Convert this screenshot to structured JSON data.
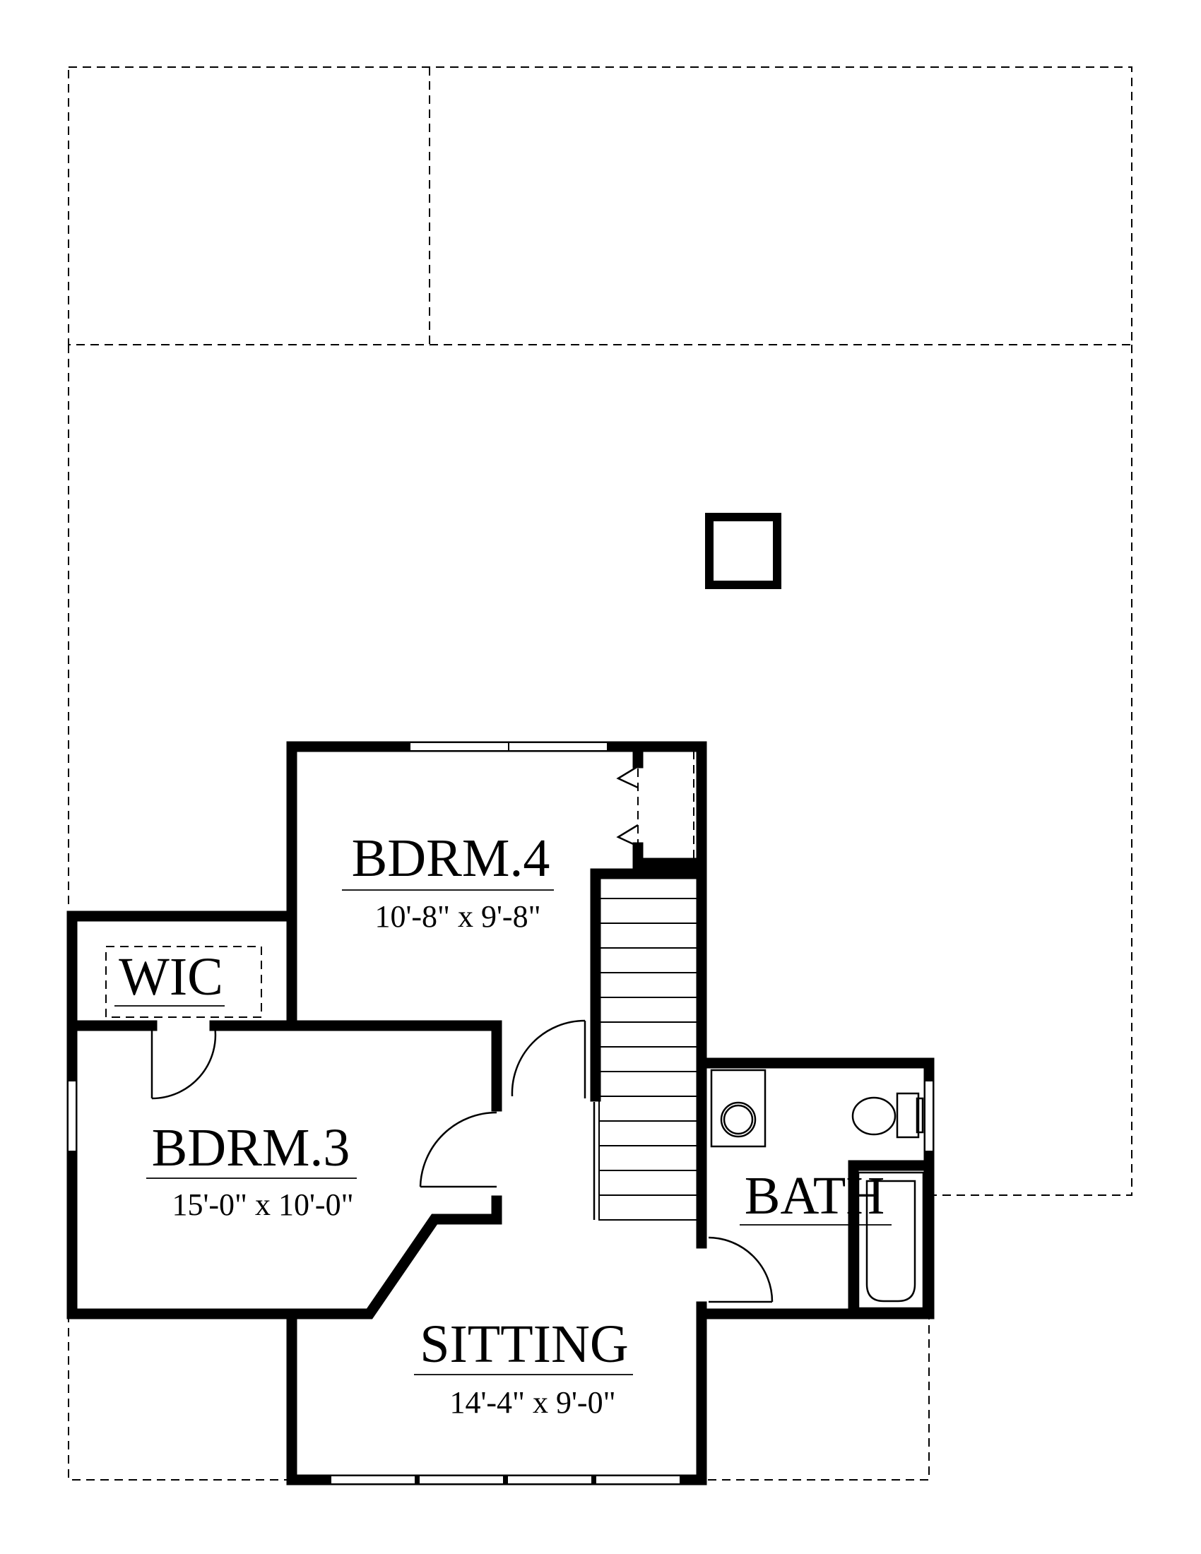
{
  "rooms": {
    "bdrm4": {
      "name": "BDRM.4",
      "size": "10'-8\" x 9'-8\""
    },
    "wic": {
      "name": "WIC",
      "size": ""
    },
    "bdrm3": {
      "name": "BDRM.3",
      "size": "15'-0\" x 10'-0\""
    },
    "bath": {
      "name": "BATH",
      "size": ""
    },
    "sitting": {
      "name": "SITTING",
      "size": "14'-4\" x 9'-0\""
    }
  },
  "colors": {
    "line": "#000000",
    "background": "#ffffff"
  },
  "stair": {
    "treads": 14
  }
}
